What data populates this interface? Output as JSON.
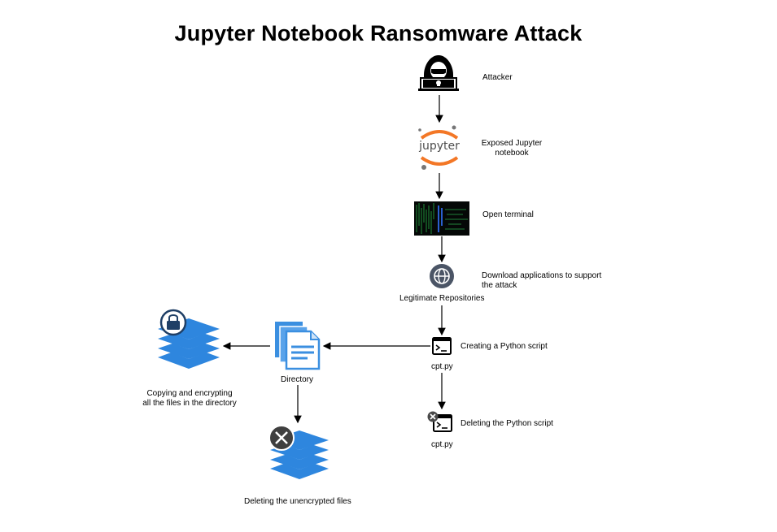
{
  "title": "Jupyter Notebook Ransomware Attack",
  "nodes": {
    "attacker": {
      "label": "Attacker",
      "icon": "hacker-icon"
    },
    "jupyter": {
      "label_line1": "Exposed Jupyter",
      "label_line2": "notebook",
      "logo_text": "jupyter",
      "icon": "jupyter-logo"
    },
    "terminal": {
      "label": "Open terminal",
      "icon": "terminal-screen-image"
    },
    "repos": {
      "label_line1": "Download applications to support",
      "label_line2": "the attack",
      "caption": "Legitimate Repositories",
      "icon": "globe-icon"
    },
    "create_script": {
      "label": "Creating a Python script",
      "caption": "cpt.py",
      "icon": "terminal-icon"
    },
    "delete_script": {
      "label": "Deleting the Python script",
      "caption": "cpt.py",
      "icon": "terminal-delete-icon"
    },
    "directory": {
      "label": "Directory",
      "icon": "documents-icon"
    },
    "encrypt": {
      "label_line1": "Copying and encrypting",
      "label_line2": "all the files in the directory",
      "icon": "encrypted-layers-icon"
    },
    "delete_files": {
      "label": "Deleting the unencrypted files",
      "icon": "deleted-layers-icon"
    }
  },
  "colors": {
    "layers_blue": "#2e86de",
    "layers_dark": "#1f6fc4",
    "jupyter_orange": "#f37726",
    "globe_dark": "#4b5566",
    "doc_blue": "#3b8fe0"
  }
}
